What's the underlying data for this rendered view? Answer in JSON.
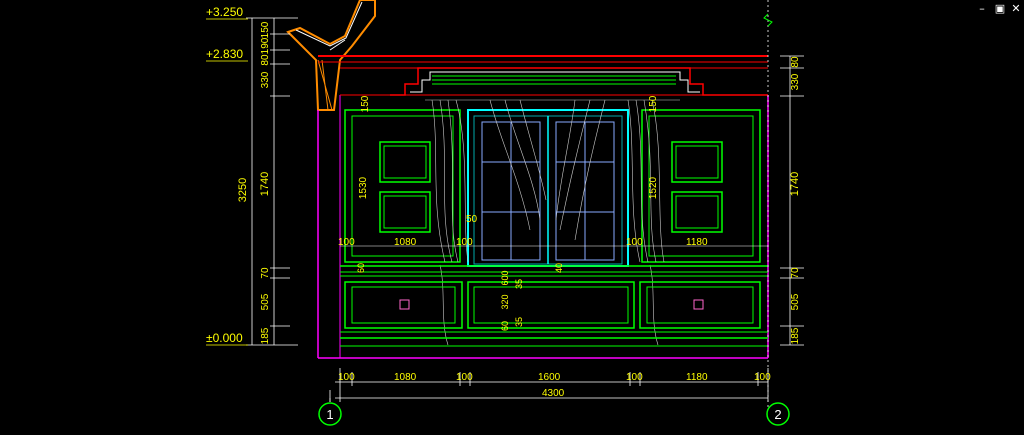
{
  "window": {
    "controls": {
      "minimize": "–",
      "restore": "▣",
      "close": "✕"
    }
  },
  "colors": {
    "background": "#000000",
    "dimension": "#ffff00",
    "panel": "#00ff00",
    "window_frame": "#00ffff",
    "crown": "#ff0000",
    "soffit": "#ff00ff",
    "text_white": "#ffffff"
  },
  "elevations": {
    "top": "+3.250",
    "mid": "+2.830",
    "floor": "±0.000"
  },
  "left_dims": {
    "total": "3250",
    "parts": [
      "150",
      "190",
      "80",
      "330",
      "1740",
      "70",
      "505",
      "185"
    ]
  },
  "right_dims": {
    "parts": [
      "80",
      "330",
      "1740",
      "70",
      "505",
      "185"
    ]
  },
  "bottom_dims": {
    "segments": [
      "100",
      "1080",
      "100",
      "1600",
      "100",
      "1180",
      "100"
    ],
    "total": "4300"
  },
  "panel_dims": {
    "left_height": "1530",
    "right_height": "1520",
    "left_top": "150",
    "right_top": "150",
    "row_segments": [
      "100",
      "1080",
      "100",
      "100",
      "1180"
    ],
    "window_frame": "50",
    "sill": "40",
    "cabinet": [
      "60",
      "600",
      "35",
      "320",
      "60",
      "35"
    ]
  },
  "grid": {
    "left": "1",
    "right": "2"
  }
}
